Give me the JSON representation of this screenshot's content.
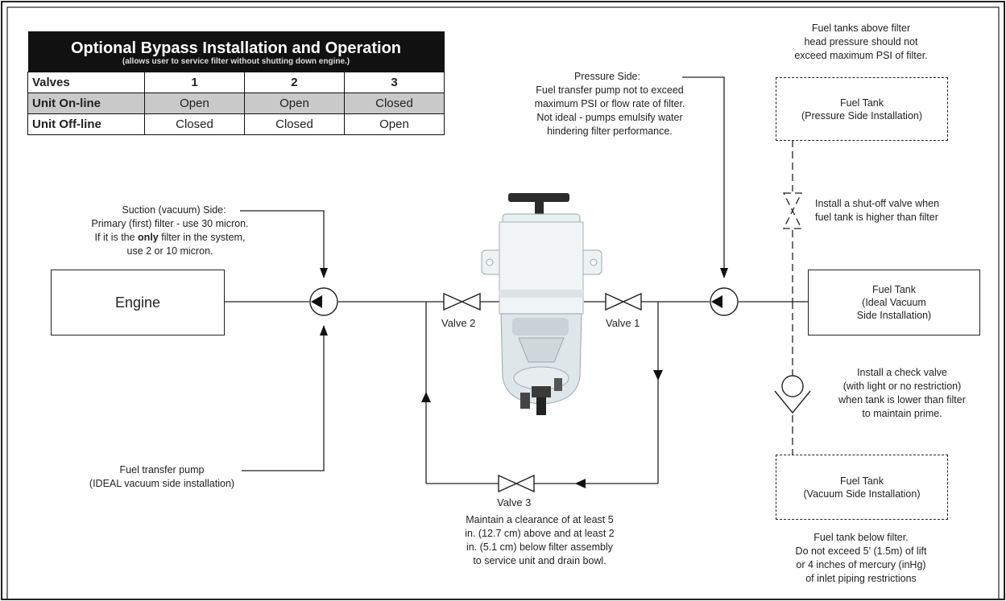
{
  "table": {
    "title": "Optional Bypass Installation and Operation",
    "subtitle": "(allows user to service filter without shutting down engine.)",
    "header": [
      "Valves",
      "1",
      "2",
      "3"
    ],
    "rows": [
      [
        "Unit On-line",
        "Open",
        "Open",
        "Closed"
      ],
      [
        "Unit Off-line",
        "Closed",
        "Closed",
        "Open"
      ]
    ]
  },
  "nodes": {
    "engine": "Engine",
    "tank_vacuum_ideal": [
      "Fuel Tank",
      "(Ideal Vacuum",
      "Side Installation)"
    ],
    "tank_pressure": [
      "Fuel Tank",
      "(Pressure Side Installation)"
    ],
    "tank_vacuum": [
      "Fuel Tank",
      "(Vacuum Side Installation)"
    ]
  },
  "valves": {
    "valve1": "Valve 1",
    "valve2": "Valve 2",
    "valve3": "Valve 3"
  },
  "notes": {
    "suction": [
      "Suction (vacuum) Side:",
      "Primary (first) filter - use 30 micron.",
      "If it is the ",
      "only",
      " filter in the system,",
      "use 2 or 10 micron."
    ],
    "pressure": [
      "Pressure Side:",
      "Fuel transfer pump not to exceed",
      "maximum PSI or flow rate of filter.",
      "Not ideal - pumps emulsify water",
      "hindering filter performance."
    ],
    "tanks_above": [
      "Fuel tanks above filter",
      "head pressure should not",
      "exceed maximum PSI of filter."
    ],
    "shutoff": [
      "Install a shut-off valve when",
      "fuel tank is higher than filter"
    ],
    "check_valve": [
      "Install a check valve",
      "(with light or no restriction)",
      "when tank is lower than filter",
      "to maintain prime."
    ],
    "transfer_pump": [
      "Fuel transfer pump",
      "(IDEAL vacuum side installation)"
    ],
    "clearance": [
      "Maintain a clearance of at least 5",
      "in. (12.7 cm) above and at least 2",
      "in. (5.1 cm) below filter assembly",
      "to service unit and drain bowl."
    ],
    "tank_below": [
      "Fuel tank below filter.",
      "Do not exceed 5' (1.5m) of lift",
      "or 4 inches of mercury (inHg)",
      "of inlet piping restrictions"
    ]
  },
  "colors": {
    "line": "#222222",
    "table_header_bg": "#111111",
    "row_shade": "#c9c9c9"
  }
}
